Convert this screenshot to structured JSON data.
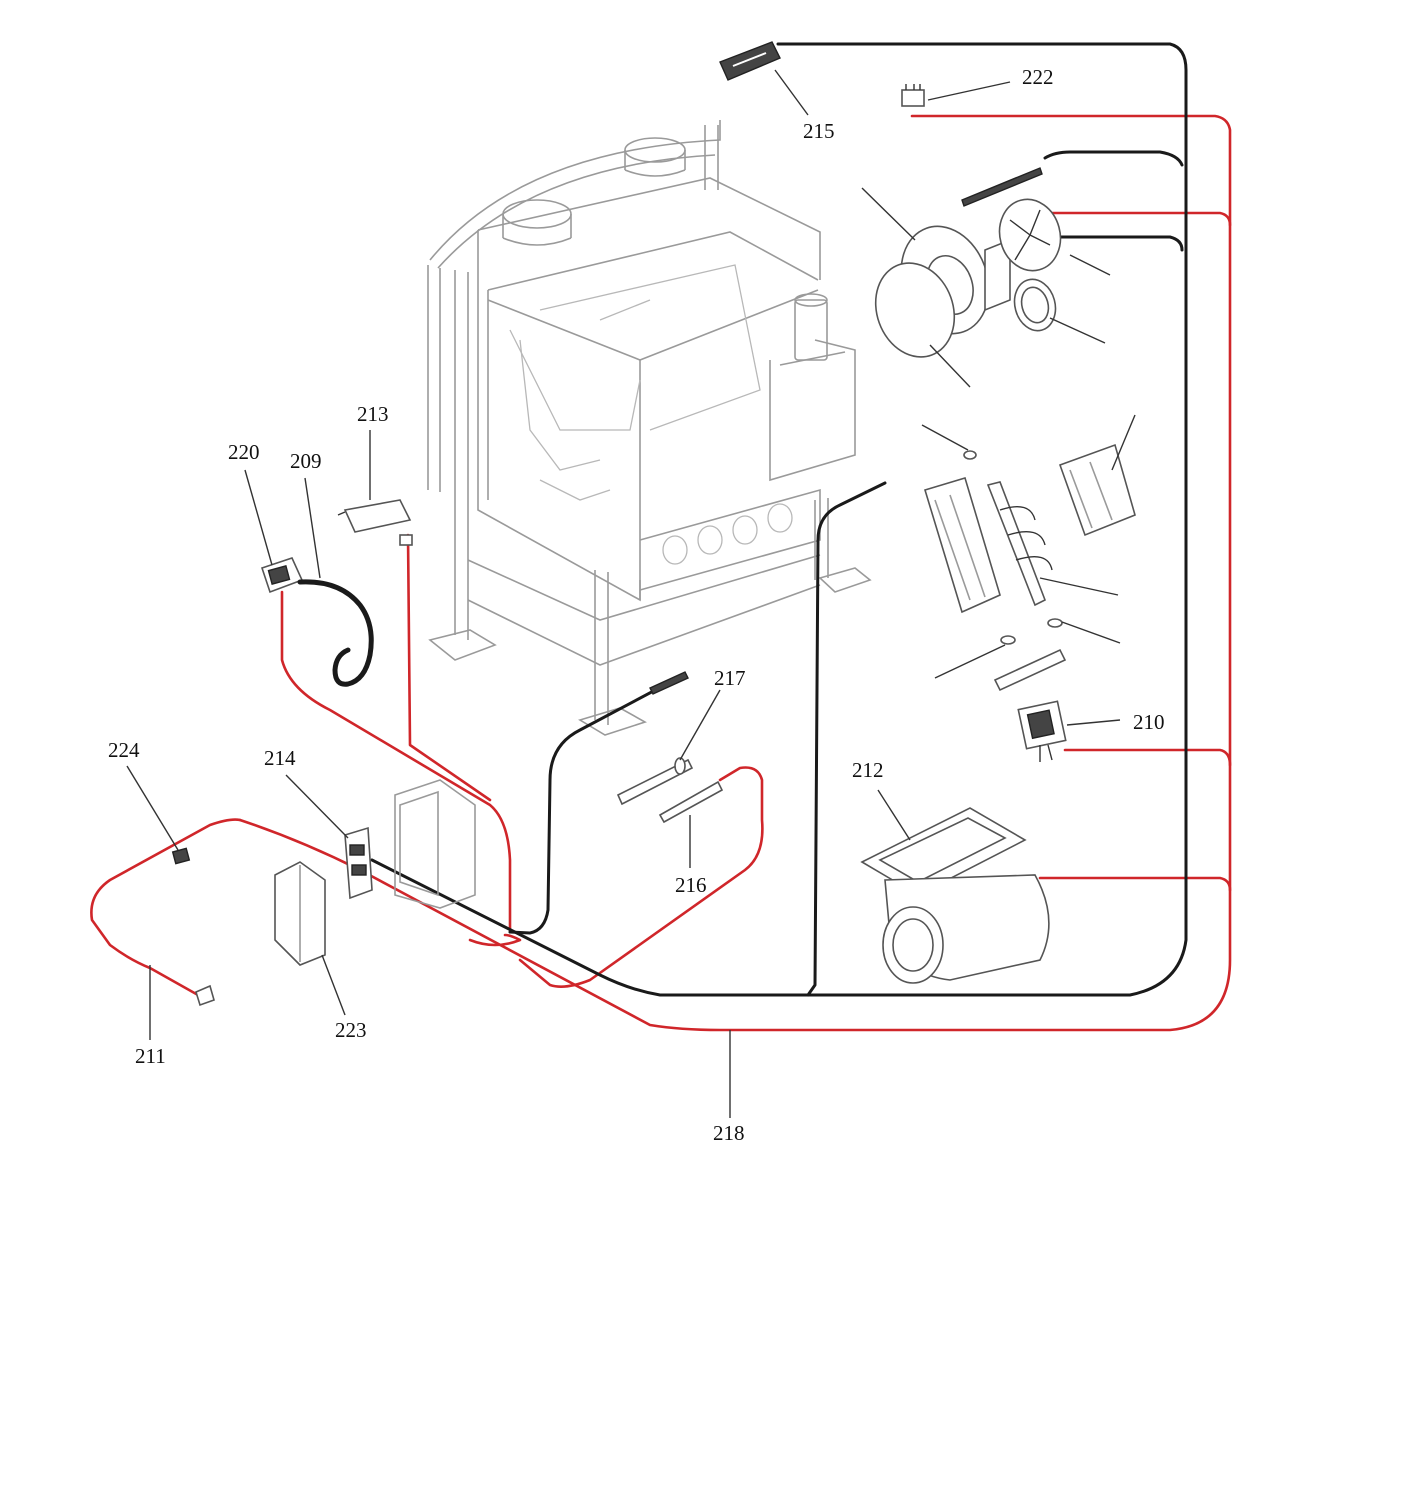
{
  "diagram": {
    "callouts": {
      "c209": "209",
      "c210": "210",
      "c211": "211",
      "c212": "212",
      "c213": "213",
      "c214": "214",
      "c215": "215",
      "c216": "216",
      "c217": "217",
      "c218": "218",
      "c220": "220",
      "c222": "222",
      "c223": "223",
      "c224": "224"
    },
    "colors": {
      "red_wire": "#d0262a",
      "black_wire": "#1a1a1a",
      "frame_outline": "#9a9a9a"
    }
  }
}
